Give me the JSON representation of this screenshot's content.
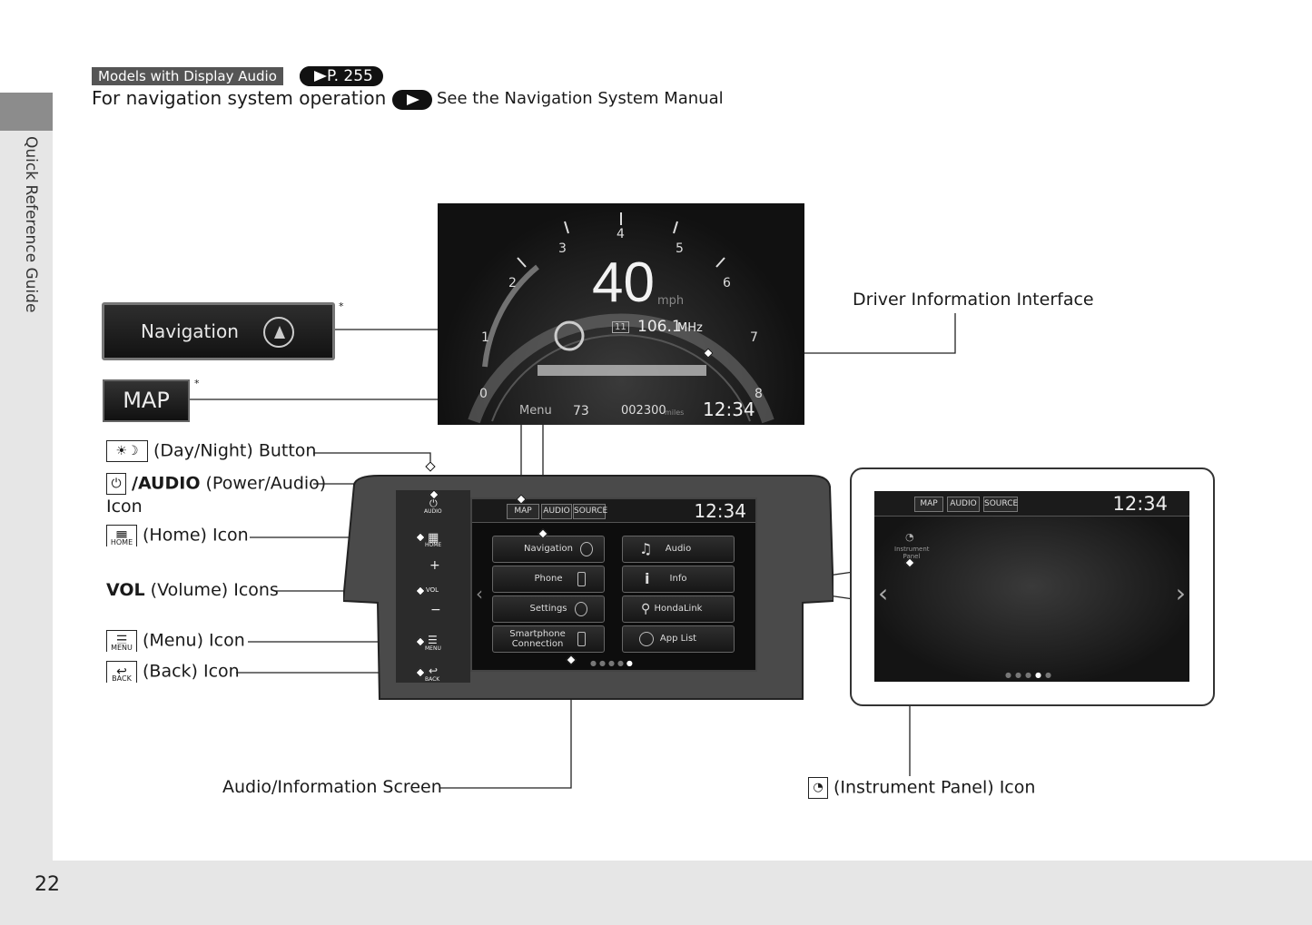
{
  "header": {
    "models_tag": "Models with Display Audio",
    "page_ref": "P. 255",
    "nav_note_prefix": "For navigation system operation",
    "nav_note_suffix": "See the Navigation System Manual"
  },
  "side_label": "Quick Reference Guide",
  "page_number": "22",
  "labels": {
    "driver_info": "Driver Information Interface",
    "day_night": "(Day/Night) Button",
    "power_audio_bold": "/AUDIO",
    "power_audio_rest": " (Power/Audio)",
    "power_audio_line2": "Icon",
    "home": "(Home) Icon",
    "vol_bold": "VOL",
    "vol_rest": " (Volume) Icons",
    "menu": "(Menu) Icon",
    "back": "(Back) Icon",
    "audio_screen": "Audio/Information Screen",
    "instrument_panel": "(Instrument Panel) Icon",
    "asterisk": "*"
  },
  "key_caps": {
    "home_sub": "HOME",
    "menu_sub": "MENU",
    "back_sub": "BACK"
  },
  "buttons": {
    "navigation": "Navigation",
    "map": "MAP"
  },
  "dii": {
    "speed": "40",
    "speed_unit": "mph",
    "frequency": "106.1",
    "freq_unit": "MHz",
    "menu": "Menu",
    "temp": "73",
    "odometer": "002300",
    "odo_unit": "miles",
    "clock": "12:34",
    "preset": "11",
    "gauge_numbers": [
      "0",
      "1",
      "2",
      "3",
      "4",
      "5",
      "6",
      "7",
      "8"
    ]
  },
  "unit": {
    "labels": {
      "audio": "AUDIO",
      "home": "HOME",
      "vol": "VOL",
      "menu": "MENU",
      "back": "BACK"
    }
  },
  "screen": {
    "tabs": [
      "MAP",
      "AUDIO",
      "SOURCE"
    ],
    "clock": "12:34",
    "items_left": [
      "Navigation",
      "Phone",
      "Settings",
      "Smartphone Connection"
    ],
    "items_right": [
      "Audio",
      "Info",
      "HondaLink",
      "App List"
    ]
  },
  "zoom": {
    "tabs": [
      "MAP",
      "AUDIO",
      "SOURCE"
    ],
    "clock": "12:34",
    "instrument_label": "Instrument Panel"
  }
}
